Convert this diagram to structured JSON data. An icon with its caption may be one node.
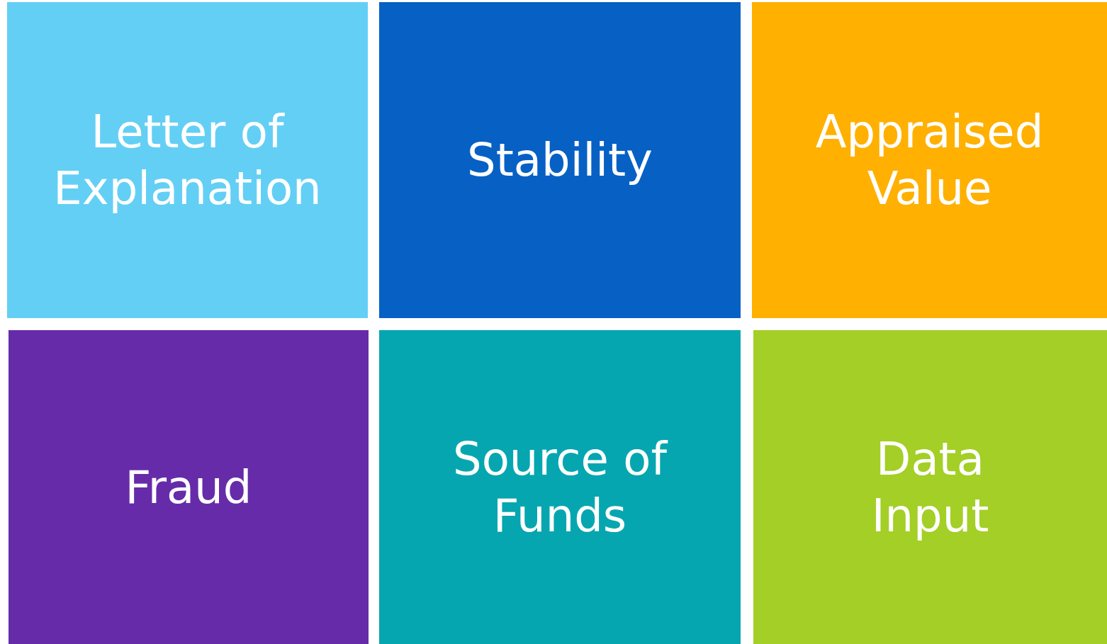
{
  "diagram": {
    "nodes": [
      {
        "text": [
          "Letter of Explanation"
        ]
      },
      {
        "text": [
          "Stability"
        ]
      },
      {
        "text": [
          "Appraised Value"
        ]
      },
      {
        "text": [
          "Fraud"
        ]
      },
      {
        "text": [
          "Source of Funds"
        ]
      },
      {
        "text": [
          "Data Input"
        ]
      }
    ]
  }
}
